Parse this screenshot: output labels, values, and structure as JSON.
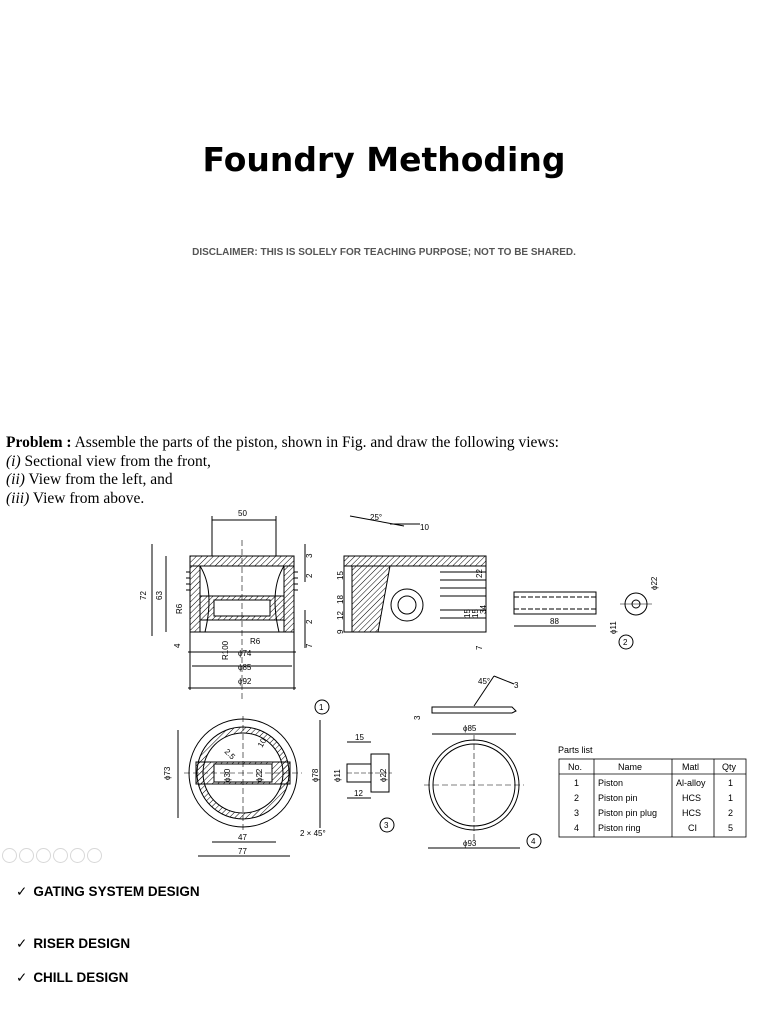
{
  "title": "Foundry Methoding",
  "disclaimer": "DISCLAIMER: THIS IS SOLELY FOR TEACHING PURPOSE; NOT TO BE SHARED.",
  "problem": {
    "label": "Problem :",
    "text": "Assemble the parts of the piston, shown in Fig. and draw the following views:",
    "items": [
      {
        "num": "(i)",
        "text": "Sectional view from the front,"
      },
      {
        "num": "(ii)",
        "text": "View from the left, and"
      },
      {
        "num": "(iii)",
        "text": "View from above."
      }
    ]
  },
  "drawing": {
    "dims": {
      "d50": "50",
      "d25deg": "25°",
      "d10": "10",
      "d72": "72",
      "d63": "63",
      "R6": "R6",
      "d3": "3",
      "d2": "2",
      "d15": "15",
      "d18": "18",
      "d12": "12",
      "d9": "9",
      "d22": "22",
      "d15a": "15",
      "d15b": "15",
      "d34": "34",
      "d4": "4",
      "R100": "R100",
      "R6b": "R6",
      "phi74": "ϕ74",
      "phi85": "ϕ85",
      "phi92": "ϕ92",
      "d7": "7",
      "d7b": "7",
      "d88": "88",
      "phi22": "ϕ22",
      "phi11": "ϕ11",
      "d45deg": "45°",
      "d3b": "3",
      "d3c": "3",
      "phi85b": "ϕ85",
      "phi73": "ϕ73",
      "phi30": "ϕ30",
      "phi22b": "ϕ22",
      "phi78": "ϕ78",
      "d2_5": "2.5",
      "d10b": "10",
      "d47": "47",
      "d77": "77",
      "chamfer": "2 × 45°",
      "d15c": "15",
      "phi11b": "ϕ11",
      "phi22c": "ϕ22",
      "d12b": "12",
      "phi93": "ϕ93"
    },
    "callouts": [
      "1",
      "2",
      "3",
      "4"
    ]
  },
  "parts_list": {
    "caption": "Parts list",
    "headers": [
      "No.",
      "Name",
      "Matl",
      "Qty"
    ],
    "rows": [
      [
        "1",
        "Piston",
        "Al-alloy",
        "1"
      ],
      [
        "2",
        "Piston pin",
        "HCS",
        "1"
      ],
      [
        "3",
        "Piston pin plug",
        "HCS",
        "2"
      ],
      [
        "4",
        "Piston ring",
        "CI",
        "5"
      ]
    ]
  },
  "bullets": [
    {
      "check": "✓",
      "text": "GATING SYSTEM DESIGN"
    },
    {
      "check": "✓",
      "text": "RISER DESIGN"
    },
    {
      "check": "✓",
      "text": "CHILL DESIGN"
    }
  ]
}
